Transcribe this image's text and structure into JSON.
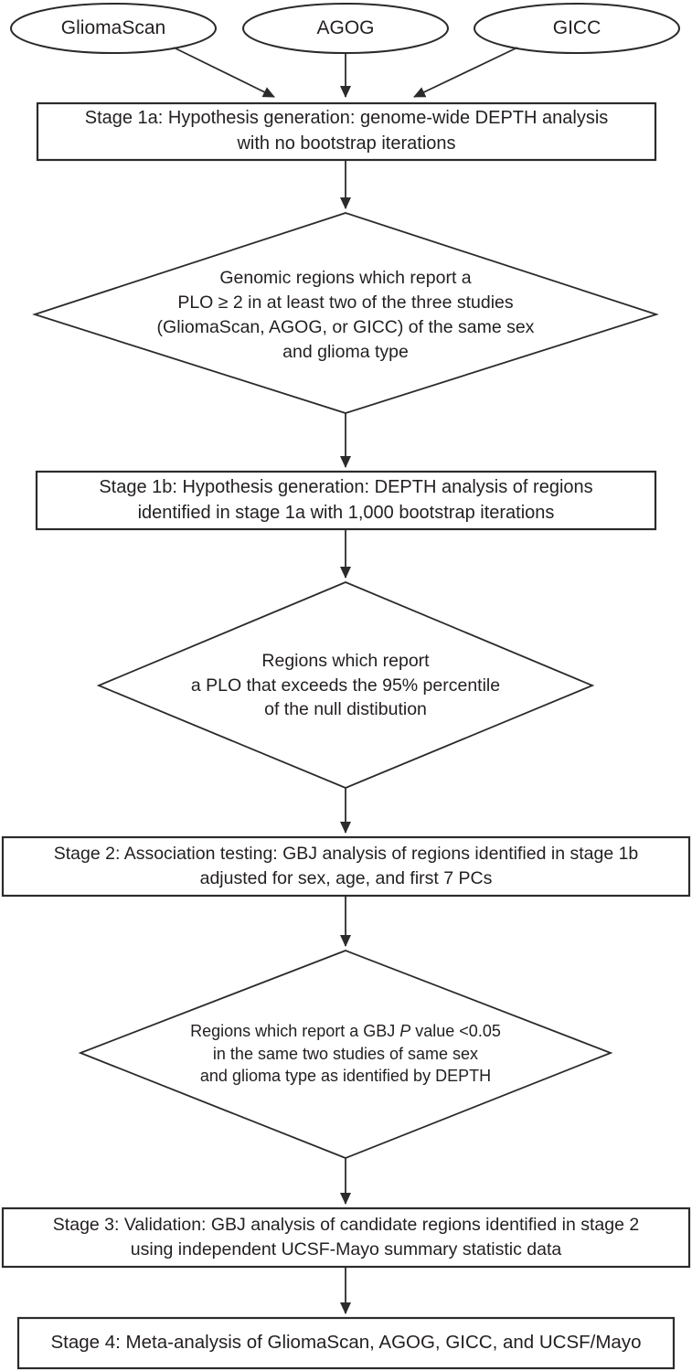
{
  "colors": {
    "stroke": "#2b2b2b",
    "text": "#231f20",
    "background": "#ffffff"
  },
  "sources": [
    {
      "label": "GliomaScan"
    },
    {
      "label": "AGOG"
    },
    {
      "label": "GICC"
    }
  ],
  "stage1a": {
    "line1": "Stage 1a: Hypothesis generation: genome-wide DEPTH analysis",
    "line2": "with no bootstrap iterations"
  },
  "diamond1": {
    "line1": "Genomic regions which report a",
    "line2": "PLO ≥ 2 in at least two of the three studies",
    "line3": "(GliomaScan, AGOG, or GICC) of the same sex",
    "line4": "and glioma type"
  },
  "stage1b": {
    "line1": "Stage 1b: Hypothesis generation: DEPTH analysis of regions",
    "line2": "identified in stage 1a with 1,000 bootstrap iterations"
  },
  "diamond2": {
    "line1": "Regions which report",
    "line2": "a PLO that exceeds the 95% percentile",
    "line3": "of the null distibution"
  },
  "stage2": {
    "line1": "Stage 2: Association testing: GBJ analysis of regions identified in stage 1b",
    "line2": "adjusted for sex, age, and first 7 PCs"
  },
  "diamond3": {
    "line1_pre": "Regions which report a GBJ ",
    "line1_italic": "P",
    "line1_post": " value <0.05",
    "line2": "in the same two studies of same sex",
    "line3": "and glioma type as identified by DEPTH"
  },
  "stage3": {
    "line1": "Stage 3: Validation: GBJ analysis of candidate regions identified in stage 2",
    "line2": "using independent UCSF-Mayo summary statistic data"
  },
  "stage4": {
    "line1": "Stage 4: Meta-analysis of GliomaScan, AGOG, GICC, and UCSF/Mayo"
  }
}
